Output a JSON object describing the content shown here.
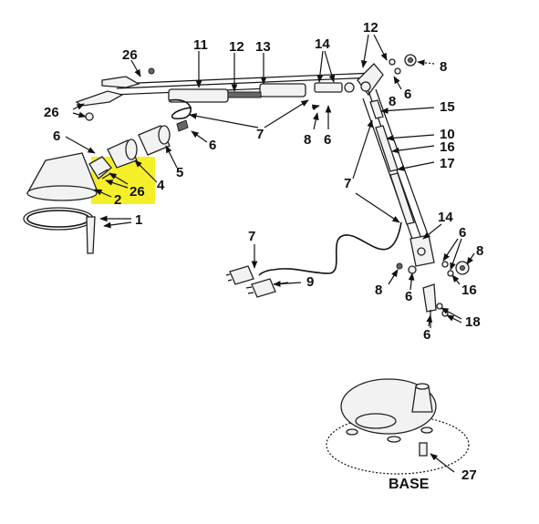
{
  "diagram": {
    "labels": {
      "l1": "1",
      "l2": "2",
      "l4": "4",
      "l5": "5",
      "l6a": "6",
      "l6b": "6",
      "l6c": "6",
      "l6d": "6",
      "l6e": "6",
      "l6f": "6",
      "l7a": "7",
      "l7b": "7",
      "l7c": "7",
      "l8a": "8",
      "l8b": "8",
      "l8c": "8",
      "l8d": "8",
      "l9": "9",
      "l10": "10",
      "l11": "11",
      "l12a": "12",
      "l12b": "12",
      "l13": "13",
      "l14a": "14",
      "l14b": "14",
      "l15": "15",
      "l16a": "16",
      "l16b": "16",
      "l17": "17",
      "l18": "18",
      "l26a": "26",
      "l26b": "26",
      "l26c": "26",
      "l27": "27"
    },
    "base_label": "BASE",
    "highlight_color": "#f5ef2a"
  }
}
